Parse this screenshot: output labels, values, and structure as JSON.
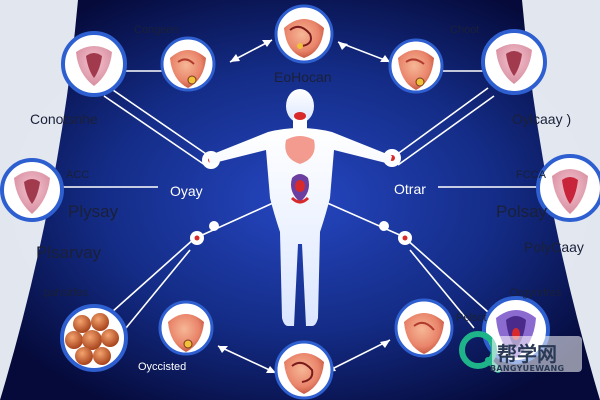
{
  "colors": {
    "background_center": "#1e3ba8",
    "background_edge": "#050a3a",
    "left_panel": "#f4f7fb",
    "right_panel": "#f4f7fb",
    "body_figure": "#ffffff",
    "circle_ring": "#2e5fd0",
    "organ_tissue": "#e98a6a",
    "organ_dark": "#b03a2e",
    "heart_red": "#d82a2a",
    "connector_line": "#ffffff"
  },
  "labels": {
    "congeen": "Congeen",
    "choot": "Choot",
    "eohocan": "EoHocan",
    "conotsnhe": "Conotsnhe",
    "oylcaay": "Oylcaay )",
    "acc": "ACC",
    "fcca": "FCCA",
    "oyay": "Oyay",
    "otrar": "Otrar",
    "plysay": "Plysay",
    "polsay": "Polsay",
    "plsarvay": "Plsarvay",
    "polycaay": "PolyCaay",
    "pahsitfes": "pahsitfes",
    "orgymfres": "Orgymfres",
    "pelsot": "Pelsot",
    "oyccisted": "Oyccisted"
  },
  "watermark": {
    "title": "帮学网",
    "subtitle": "BANGYUEWANG"
  },
  "icons": [
    "ovary-organ-icon",
    "uterus-organ-icon",
    "endocrine-organ-icon",
    "heart-icon",
    "human-body-icon",
    "follicle-cluster-icon"
  ]
}
